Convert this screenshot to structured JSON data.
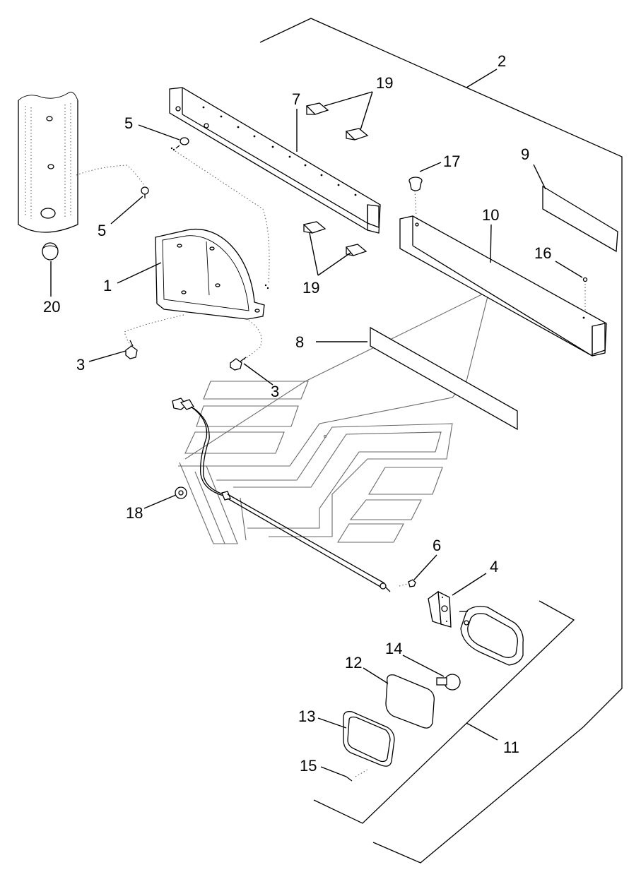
{
  "callouts": [
    {
      "id": "c1",
      "text": "1"
    },
    {
      "id": "c2",
      "text": "2"
    },
    {
      "id": "c3a",
      "text": "3"
    },
    {
      "id": "c3b",
      "text": "3"
    },
    {
      "id": "c4",
      "text": "4"
    },
    {
      "id": "c5a",
      "text": "5"
    },
    {
      "id": "c5b",
      "text": "5"
    },
    {
      "id": "c6",
      "text": "6"
    },
    {
      "id": "c7",
      "text": "7"
    },
    {
      "id": "c8",
      "text": "8"
    },
    {
      "id": "c9",
      "text": "9"
    },
    {
      "id": "c10",
      "text": "10"
    },
    {
      "id": "c11",
      "text": "11"
    },
    {
      "id": "c12",
      "text": "12"
    },
    {
      "id": "c13",
      "text": "13"
    },
    {
      "id": "c14",
      "text": "14"
    },
    {
      "id": "c15",
      "text": "15"
    },
    {
      "id": "c16",
      "text": "16"
    },
    {
      "id": "c17",
      "text": "17"
    },
    {
      "id": "c18",
      "text": "18"
    },
    {
      "id": "c19a",
      "text": "19"
    },
    {
      "id": "c19b",
      "text": "19"
    },
    {
      "id": "c20",
      "text": "20"
    }
  ]
}
